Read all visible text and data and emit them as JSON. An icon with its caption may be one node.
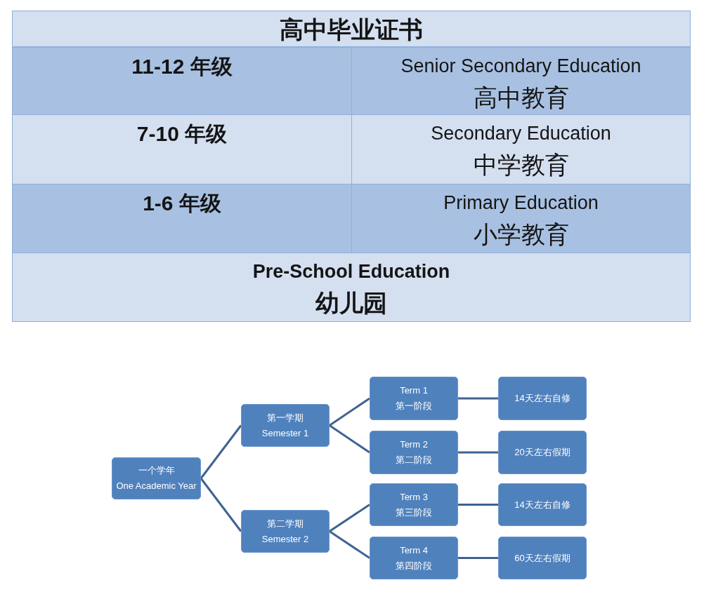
{
  "diagram": {
    "nodes": [
      {
        "text": [
          "一个学年",
          "One Academic Year"
        ]
      },
      {
        "text": [
          "第一学期",
          "Semester 1"
        ]
      },
      {
        "text": [
          "第二学期",
          "Semester 2"
        ]
      },
      {
        "text": [
          "Term 1",
          "第一阶段"
        ]
      },
      {
        "text": [
          "14天左右自修"
        ]
      },
      {
        "text": [
          "Term 2",
          "第二阶段"
        ]
      },
      {
        "text": [
          "20天左右假期"
        ]
      },
      {
        "text": [
          "Term 3",
          "第三阶段"
        ]
      },
      {
        "text": [
          "14天左右自修"
        ]
      },
      {
        "text": [
          "Term 4",
          "第四阶段"
        ]
      },
      {
        "text": [
          "60天左右假期"
        ]
      }
    ],
    "edges": [
      {
        "from": 0,
        "to": 1,
        "arrow": "none"
      },
      {
        "from": 0,
        "to": 2,
        "arrow": "none"
      },
      {
        "from": 1,
        "to": 3,
        "arrow": "none"
      },
      {
        "from": 1,
        "to": 5,
        "arrow": "none"
      },
      {
        "from": 2,
        "to": 7,
        "arrow": "none"
      },
      {
        "from": 2,
        "to": 9,
        "arrow": "none"
      },
      {
        "from": 3,
        "to": 4,
        "arrow": "none"
      },
      {
        "from": 5,
        "to": 6,
        "arrow": "none"
      },
      {
        "from": 7,
        "to": 8,
        "arrow": "none"
      },
      {
        "from": 9,
        "to": 10,
        "arrow": "none"
      }
    ],
    "labels": [
      "高中毕业证书",
      "11-12 年级",
      "Senior Secondary Education",
      "高中教育",
      "7-10 年级",
      "Secondary Education",
      "中学教育",
      "1-6 年级",
      "Primary Education",
      "小学教育",
      "Pre-School Education",
      "幼儿园"
    ]
  }
}
